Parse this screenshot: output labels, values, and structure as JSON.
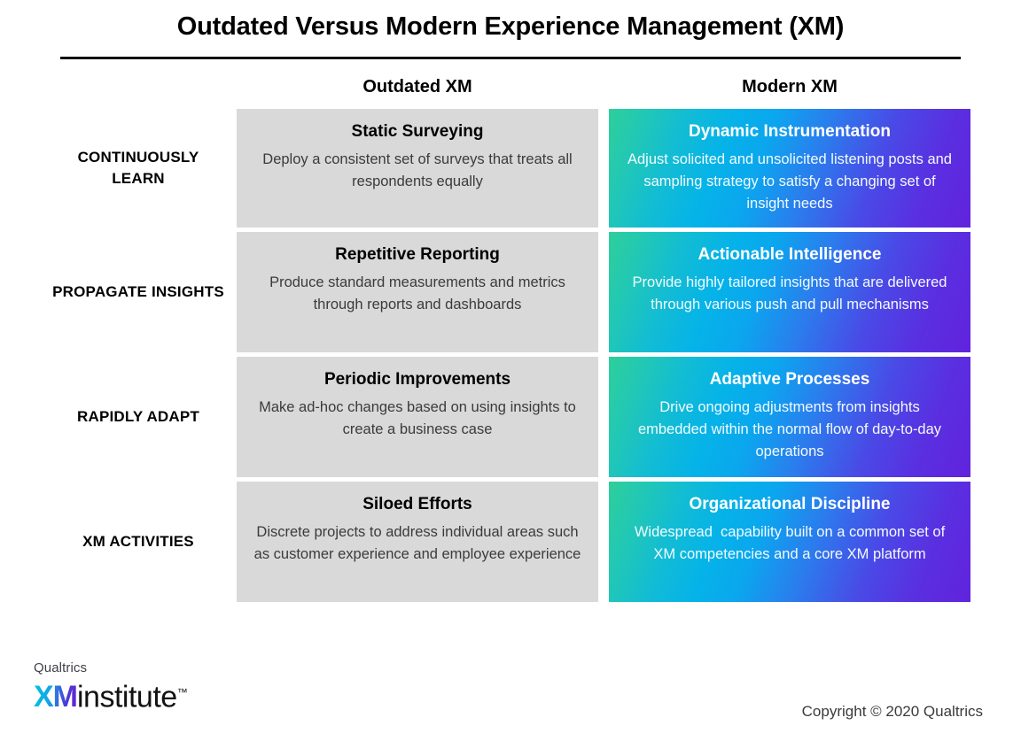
{
  "header": {
    "title": "Outdated Versus Modern Experience Management (XM)"
  },
  "columns": {
    "outdated_label": "Outdated XM",
    "modern_label": "Modern XM"
  },
  "colors": {
    "outdated_cell_bg": "#d9d9d9",
    "gradient_start": "#2ecf9a",
    "gradient_mid": "#05b3e8",
    "gradient_end": "#6123dd",
    "title_rule": "#111111",
    "logo_xm_start": "#00c4e0",
    "logo_xm_end": "#6821cf"
  },
  "rows": [
    {
      "label": "CONTINUOUSLY\nLEARN",
      "outdated": {
        "heading": "Static Surveying",
        "body": "Deploy a consistent set of surveys that treats all respondents equally"
      },
      "modern": {
        "heading": "Dynamic Instrumentation",
        "body": "Adjust solicited and unsolicited listening posts and sampling strategy to satisfy a changing set of insight needs"
      }
    },
    {
      "label": "PROPAGATE\nINSIGHTS",
      "outdated": {
        "heading": "Repetitive Reporting",
        "body": "Produce standard measurements and metrics through reports and dashboards"
      },
      "modern": {
        "heading": "Actionable Intelligence",
        "body": "Provide highly tailored insights that are delivered through various push and pull mechanisms"
      }
    },
    {
      "label": "RAPIDLY\nADAPT",
      "outdated": {
        "heading": "Periodic Improvements",
        "body": "Make ad-hoc changes based on using insights to create a business case"
      },
      "modern": {
        "heading": "Adaptive Processes",
        "body": "Drive ongoing adjustments from insights embedded within the normal flow of day-to-day operations"
      }
    },
    {
      "label": "XM\nACTIVITIES",
      "outdated": {
        "heading": "Siloed Efforts",
        "body": "Discrete projects to address individual areas such as customer experience and employee experience"
      },
      "modern": {
        "heading": "Organizational Discipline",
        "body": "Widespread  capability built on a common set of XM competencies and a core XM platform"
      }
    }
  ],
  "footer": {
    "logo_top": "Qualtrics",
    "logo_xm": "XM",
    "logo_institute": "institute",
    "logo_tm": "™",
    "copyright": "Copyright © 2020 Qualtrics"
  }
}
